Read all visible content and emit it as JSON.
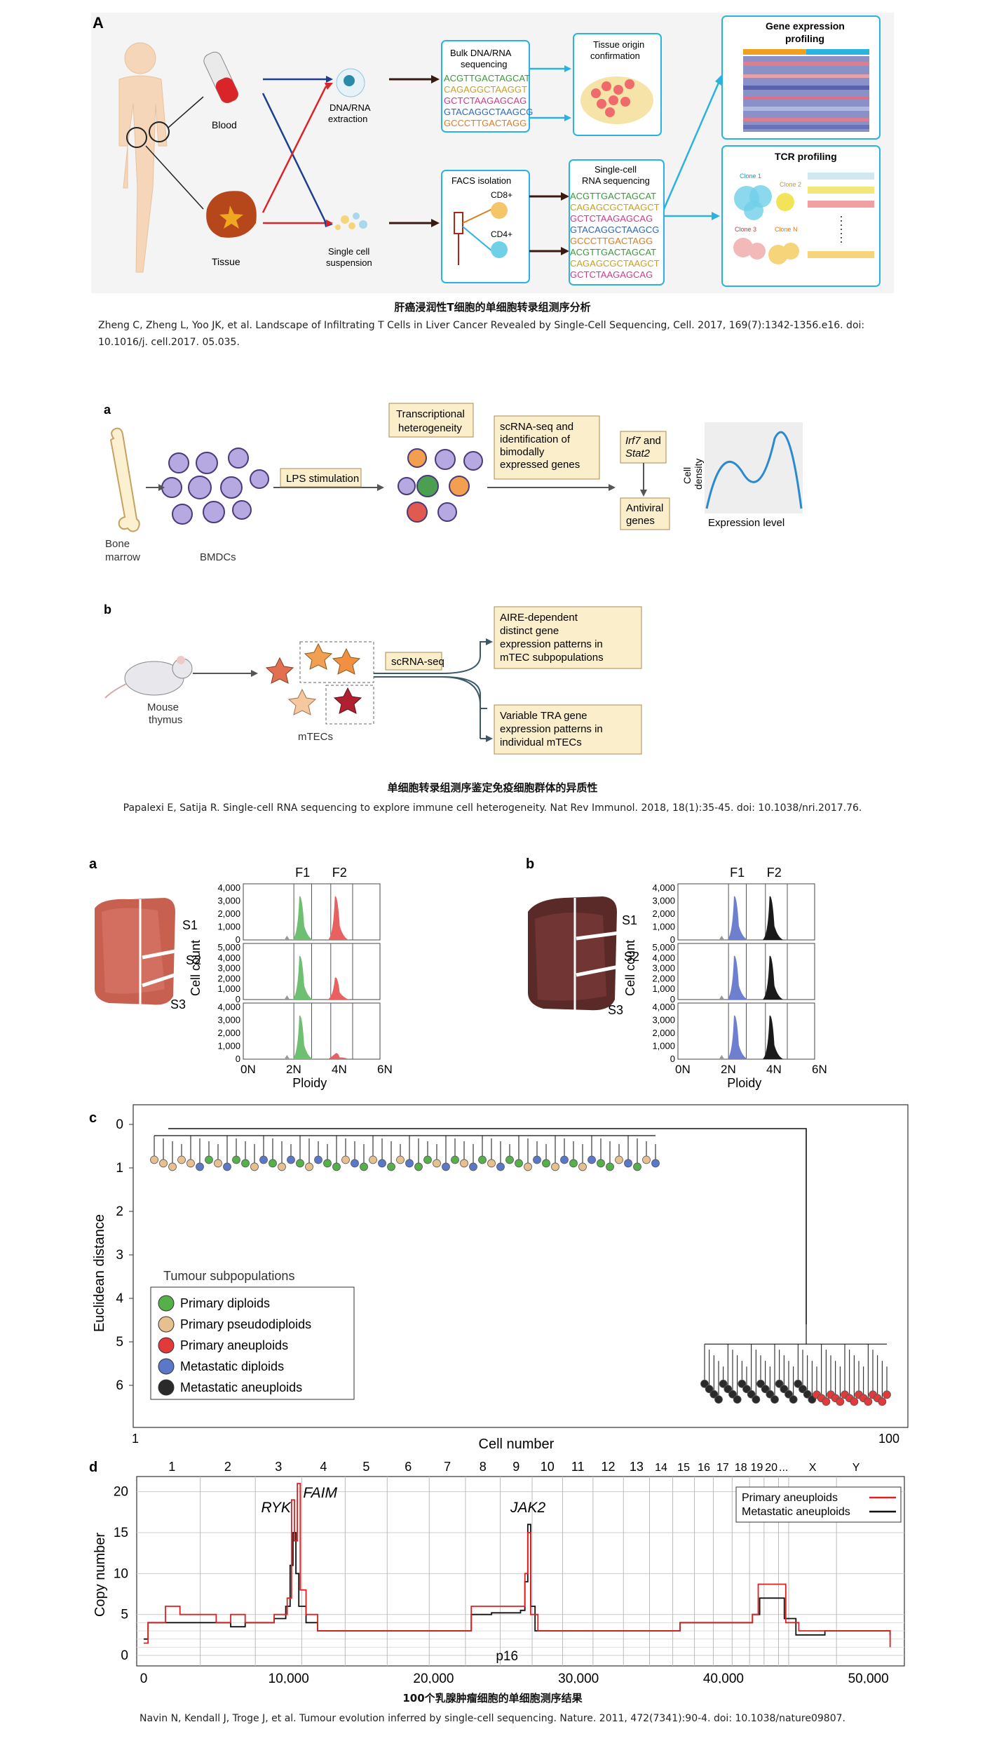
{
  "figure1": {
    "panel_letter": "A",
    "labels": {
      "blood": "Blood",
      "tissue": "Tissue",
      "dna_rna_extraction": "DNA/RNA extraction",
      "single_cell_suspension": "Single cell suspension",
      "bulk_seq": "Bulk DNA/RNA sequencing",
      "tissue_origin": "Tissue origin confirmation",
      "facs": "FACS isolation",
      "cd8": "CD8+",
      "cd4": "CD4+",
      "sc_rna_seq": "Single-cell RNA sequencing",
      "gene_expr": "Gene expression profiling",
      "tcr": "TCR profiling",
      "clone1": "Clone 1",
      "clone2": "Clone 2",
      "clone3": "Clone 3",
      "clonen": "Clone N"
    },
    "seq_lines": [
      "ACGTTGACTAGCAT",
      "CAGAGGCTAAGGT",
      "GCTCTAAGAGCAG",
      "GTACAGGCTAAGCG",
      "GCCCTTGACTAGG"
    ],
    "caption_title": "肝癌浸润性T细胞的单细胞转录组测序分析",
    "caption_ref": "Zheng C, Zheng L, Yoo JK, et al. Landscape of Infiltrating T Cells in Liver Cancer Revealed by Single-Cell Sequencing, Cell. 2017, 169(7):1342-1356.e16. doi: 10.1016/j. cell.2017. 05.035."
  },
  "figure2": {
    "panel_a": "a",
    "panel_b": "b",
    "labels": {
      "bone_marrow": "Bone marrow",
      "bmdcs": "BMDCs",
      "lps": "LPS stimulation",
      "transcriptional": "Transcriptional heterogeneity",
      "scrna_ident": "scRNA-seq and identification of bimodally expressed genes",
      "irf7": "Irf7 and Stat2",
      "antiviral": "Antiviral genes",
      "cell_density": "Cell density",
      "expression_level": "Expression level",
      "mouse_thymus": "Mouse thymus",
      "mtecs": "mTECs",
      "scrna_seq": "scRNA-seq",
      "aire": "AIRE-dependent distinct gene expression patterns in mTEC subpopulations",
      "variable_tra": "Variable TRA gene expression patterns in individual mTECs"
    },
    "caption_title": "单细胞转录组测序鉴定免疫细胞群体的异质性",
    "caption_ref": "Papalexi E, Satija R. Single-cell RNA sequencing to explore immune cell heterogeneity. Nat Rev Immunol. 2018, 18(1):35-45. doi: 10.1038/nri.2017.76."
  },
  "figure3": {
    "panels": [
      "a",
      "b",
      "c",
      "d"
    ],
    "section_labels": [
      "S1",
      "S2",
      "S3"
    ],
    "gate_labels": [
      "F1",
      "F2"
    ],
    "hist_yticks_top": [
      "4,000",
      "3,000",
      "2,000",
      "1,000",
      "0"
    ],
    "hist_yticks_mid": [
      "5,000",
      "4,000",
      "3,000",
      "2,000",
      "1,000",
      "0"
    ],
    "hist_xticks": [
      "0N",
      "2N",
      "4N",
      "6N"
    ],
    "hist_ylabel": "Cell count",
    "hist_xlabel": "Ploidy",
    "colors": {
      "a_f1": "#6fbf73",
      "a_f2": "#e86060",
      "b_f1": "#6f7fd0",
      "b_f2": "#1a1a1a",
      "primary_diploids": "#55b04a",
      "primary_pseudodiploids": "#e6c08e",
      "primary_aneuploids": "#e23a3a",
      "metastatic_diploids": "#5b78c8",
      "metastatic_aneuploids": "#2a2a2a"
    },
    "dendrogram": {
      "ylabel": "Euclidean distance",
      "xlabel": "Cell number",
      "yticks": [
        "0",
        "1",
        "2",
        "3",
        "4",
        "5",
        "6"
      ],
      "xticks": [
        "1",
        "100"
      ],
      "legend_title": "Tumour subpopulations",
      "legend": [
        "Primary diploids",
        "Primary pseudodiploids",
        "Primary aneuploids",
        "Metastatic diploids",
        "Metastatic aneuploids"
      ]
    },
    "copy_number": {
      "ylabel": "Copy number",
      "yticks": [
        "20",
        "15",
        "10",
        "5",
        "0"
      ],
      "xticks": [
        "0",
        "10,000",
        "20,000",
        "30,000",
        "40,000",
        "50,000"
      ],
      "chromosomes": [
        "1",
        "2",
        "3",
        "4",
        "5",
        "6",
        "7",
        "8",
        "9",
        "10",
        "11",
        "12",
        "13",
        "14",
        "15",
        "16",
        "17",
        "18",
        "19",
        "20",
        "...",
        "X",
        "Y"
      ],
      "annotations": [
        "RYK",
        "FAIM",
        "JAK2",
        "p16"
      ],
      "legend": [
        "Primary aneuploids",
        "Metastatic aneuploids"
      ]
    },
    "caption_title": "100个乳腺肿瘤细胞的单细胞测序结果",
    "caption_ref": "Navin N, Kendall J, Troge J, et al. Tumour evolution inferred by single-cell sequencing. Nature. 2011, 472(7341):90-4. doi: 10.1038/nature09807."
  }
}
